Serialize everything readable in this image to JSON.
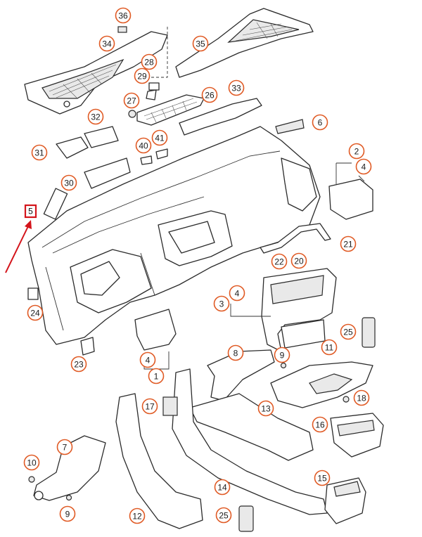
{
  "callouts": [
    {
      "id": "c36",
      "label": "36"
    },
    {
      "id": "c34",
      "label": "34"
    },
    {
      "id": "c35",
      "label": "35"
    },
    {
      "id": "c28",
      "label": "28"
    },
    {
      "id": "c29",
      "label": "29"
    },
    {
      "id": "c27",
      "label": "27"
    },
    {
      "id": "c26",
      "label": "26"
    },
    {
      "id": "c33",
      "label": "33"
    },
    {
      "id": "c32",
      "label": "32"
    },
    {
      "id": "c6",
      "label": "6"
    },
    {
      "id": "c41",
      "label": "41"
    },
    {
      "id": "c40",
      "label": "40"
    },
    {
      "id": "c31",
      "label": "31"
    },
    {
      "id": "c2",
      "label": "2"
    },
    {
      "id": "c4a",
      "label": "4"
    },
    {
      "id": "c30",
      "label": "30"
    },
    {
      "id": "c21",
      "label": "21"
    },
    {
      "id": "c22",
      "label": "22"
    },
    {
      "id": "c20",
      "label": "20"
    },
    {
      "id": "c4b",
      "label": "4"
    },
    {
      "id": "c3",
      "label": "3"
    },
    {
      "id": "c24",
      "label": "24"
    },
    {
      "id": "c25a",
      "label": "25"
    },
    {
      "id": "c8",
      "label": "8"
    },
    {
      "id": "c9a",
      "label": "9"
    },
    {
      "id": "c11",
      "label": "11"
    },
    {
      "id": "c23",
      "label": "23"
    },
    {
      "id": "c4c",
      "label": "4"
    },
    {
      "id": "c1",
      "label": "1"
    },
    {
      "id": "c17",
      "label": "17"
    },
    {
      "id": "c13",
      "label": "13"
    },
    {
      "id": "c18",
      "label": "18"
    },
    {
      "id": "c16",
      "label": "16"
    },
    {
      "id": "c7",
      "label": "7"
    },
    {
      "id": "c10",
      "label": "10"
    },
    {
      "id": "c15",
      "label": "15"
    },
    {
      "id": "c14",
      "label": "14"
    },
    {
      "id": "c9b",
      "label": "9"
    },
    {
      "id": "c12",
      "label": "12"
    },
    {
      "id": "c25b",
      "label": "25"
    }
  ],
  "highlight": {
    "label": "5",
    "color": "#d4141b"
  }
}
